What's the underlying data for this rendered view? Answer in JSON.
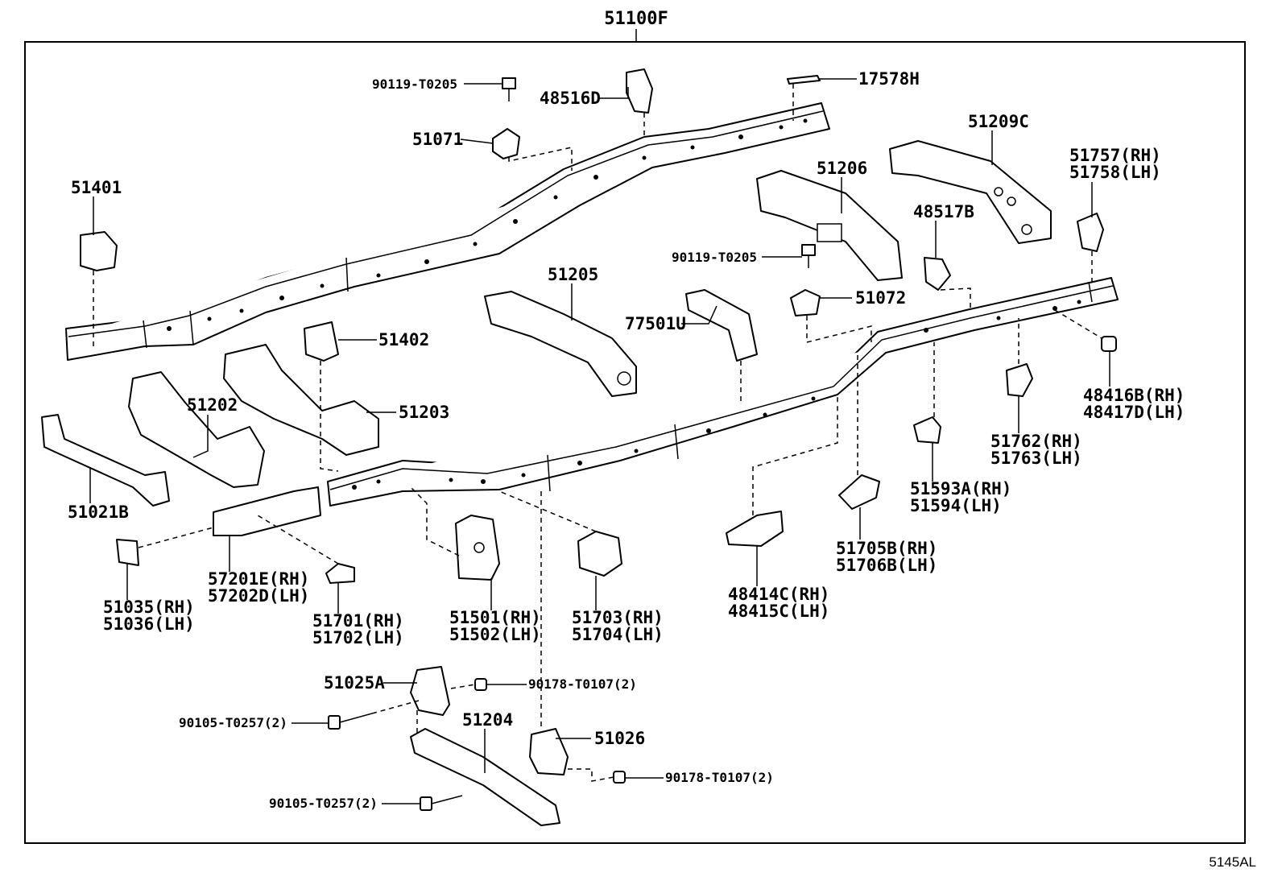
{
  "diagram_id": "5145AL",
  "assembly_label": "51100F",
  "parts": {
    "p51401": "51401",
    "p51402": "51402",
    "p51071": "51071",
    "p90119_a": "90119-T0205",
    "p48516D": "48516D",
    "p17578H": "17578H",
    "p51209C": "51209C",
    "p51206": "51206",
    "p51757": "51757(RH)",
    "p51758": "51758(LH)",
    "p48517B": "48517B",
    "p90119_b": "90119-T0205",
    "p51072": "51072",
    "p51205": "51205",
    "p77501U": "77501U",
    "p51202": "51202",
    "p51203": "51203",
    "p51021B": "51021B",
    "p48416B": "48416B(RH)",
    "p48417D": "48417D(LH)",
    "p51762": "51762(RH)",
    "p51763": "51763(LH)",
    "p51593A": "51593A(RH)",
    "p51594": "51594(LH)",
    "p51705B": "51705B(RH)",
    "p51706B": "51706B(LH)",
    "p48414C": "48414C(RH)",
    "p48415C": "48415C(LH)",
    "p51703": "51703(RH)",
    "p51704": "51704(LH)",
    "p51501": "51501(RH)",
    "p51502": "51502(LH)",
    "p51701": "51701(RH)",
    "p51702": "51702(LH)",
    "p57201E": "57201E(RH)",
    "p57202D": "57202D(LH)",
    "p51035": "51035(RH)",
    "p51036": "51036(LH)",
    "p51025A": "51025A",
    "p90178_a": "90178-T0107(2)",
    "p90105_a": "90105-T0257(2)",
    "p51204": "51204",
    "p51026": "51026",
    "p90178_b": "90178-T0107(2)",
    "p90105_b": "90105-T0257(2)"
  }
}
